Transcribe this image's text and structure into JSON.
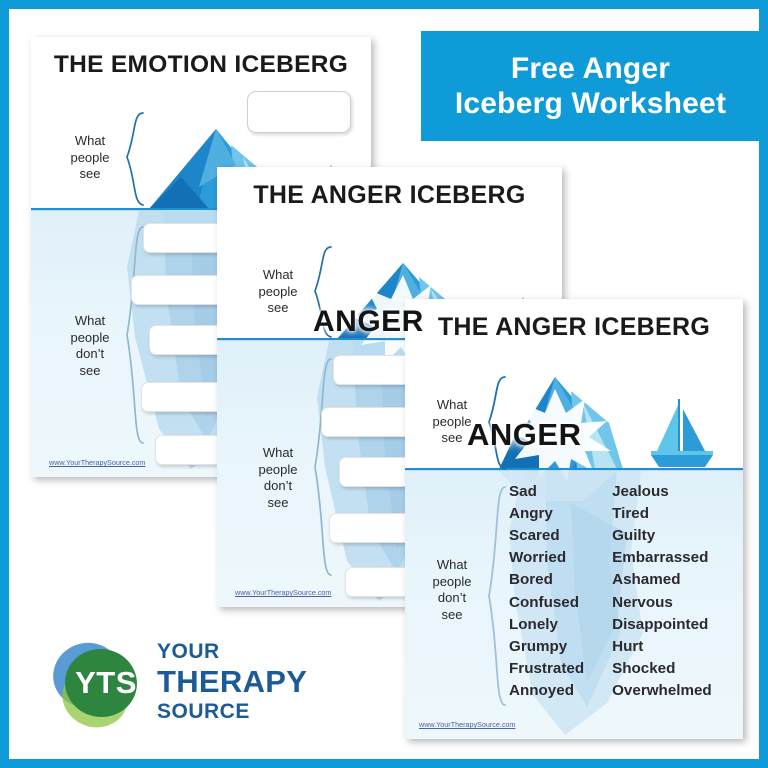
{
  "theme": {
    "accent_blue": "#0e9bd8",
    "water_blue": "#1f8fd0",
    "iceberg_dark": "#1d85c9",
    "iceberg_light": "#9ad7f0",
    "logo_green": "#2e8540",
    "logo_blue": "#5b9bd5",
    "logo_text_blue": "#1d5b96",
    "word_text": "#2a2a30"
  },
  "banner": {
    "line1": "Free Anger",
    "line2": "Iceberg Worksheet"
  },
  "sheets": {
    "back": {
      "title": "THE EMOTION ICEBERG",
      "label_above": "What\npeople\nsee",
      "label_above_lines": [
        "What",
        "people",
        "see"
      ],
      "label_below_lines": [
        "What",
        "people",
        "don’t",
        "see"
      ],
      "title_box_value": "",
      "blank_lines_count": 5,
      "url": "www.YourTherapySource.com"
    },
    "middle": {
      "title": "THE ANGER ICEBERG",
      "label_above_lines": [
        "What",
        "people",
        "see"
      ],
      "label_below_lines": [
        "What",
        "people",
        "don’t",
        "see"
      ],
      "anger_word": "ANGER",
      "blank_lines_count": 5,
      "url": "www.YourTherapySource.com"
    },
    "front": {
      "title": "THE ANGER ICEBERG",
      "label_above_lines": [
        "What",
        "people",
        "see"
      ],
      "label_below_lines": [
        "What",
        "people",
        "don’t",
        "see"
      ],
      "anger_word": "ANGER",
      "words_column_1": [
        "Sad",
        "Angry",
        "Scared",
        "Worried",
        "Bored",
        "Confused",
        "Lonely",
        "Grumpy",
        "Frustrated",
        "Annoyed"
      ],
      "words_column_2": [
        "Jealous",
        "Tired",
        "Guilty",
        "Embarrassed",
        "Ashamed",
        "Nervous",
        "Disappointed",
        "Hurt",
        "Shocked",
        "Overwhelmed"
      ],
      "url": "www.YourTherapySource.com"
    }
  },
  "logo": {
    "monogram": "YTS",
    "line1": "YOUR",
    "line2": "THERAPY",
    "line3": "SOURCE"
  }
}
